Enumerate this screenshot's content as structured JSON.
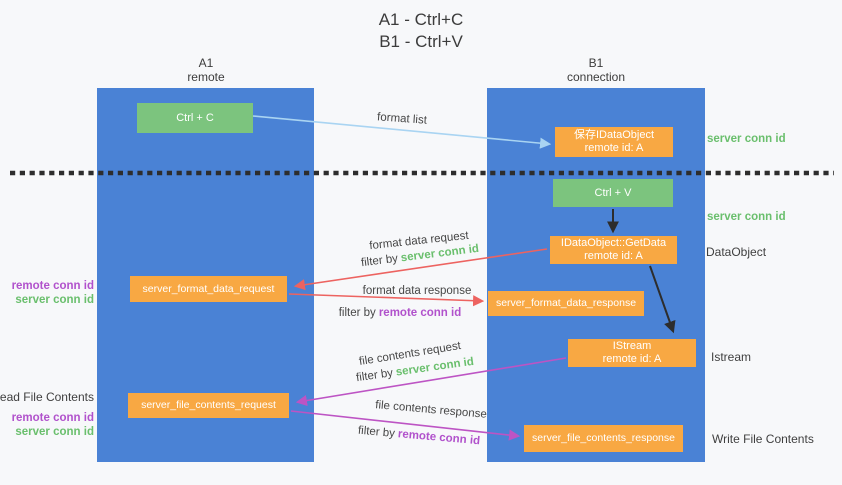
{
  "title": {
    "line1": "A1 - Ctrl+C",
    "line2": "B1 - Ctrl+V"
  },
  "columns": {
    "a1": {
      "name": "A1",
      "subtitle": "remote"
    },
    "b1": {
      "name": "B1",
      "subtitle": "connection"
    }
  },
  "nodes": {
    "ctrl_c": {
      "label": "Ctrl + C"
    },
    "save_idataobject": {
      "line1": "保存IDataObject",
      "line2": "remote id: A"
    },
    "ctrl_v": {
      "label": "Ctrl + V"
    },
    "idataobject_getdata": {
      "line1": "IDataObject::GetData",
      "line2": "remote id: A"
    },
    "istream": {
      "line1": "IStream",
      "line2": "remote id: A"
    },
    "server_format_data_request": {
      "label": "server_format_data_request"
    },
    "server_format_data_response": {
      "label": "server_format_data_response"
    },
    "server_file_contents_request": {
      "label": "server_file_contents_request"
    },
    "server_file_contents_response": {
      "label": "server_file_contents_response"
    }
  },
  "edges": {
    "format_list": {
      "label": "format list"
    },
    "format_data_request": {
      "label": "format data request",
      "filter": {
        "prefix": "filter by",
        "key": "server conn id"
      }
    },
    "format_data_response": {
      "label": "format data response",
      "filter": {
        "prefix": "filter by",
        "key": "remote conn id"
      }
    },
    "file_contents_request": {
      "label": "file contents request",
      "filter": {
        "prefix": "filter by",
        "key": "server conn id"
      }
    },
    "file_contents_response": {
      "label": "file contents response",
      "filter": {
        "prefix": "filter by",
        "key": "remote conn id"
      }
    }
  },
  "side_labels": {
    "right_server_conn_id_top": "server conn id",
    "right_server_conn_id_mid": "server conn id",
    "dataobject": "DataObject",
    "istream": "Istream",
    "write_file_contents": "Write File Contents",
    "read_file_contents": "Read File Contents",
    "left_remote_conn_id_top": "remote conn id",
    "left_server_conn_id_top": "server conn id",
    "left_remote_conn_id_bottom": "remote conn id",
    "left_server_conn_id_bottom": "server conn id"
  },
  "colors": {
    "background": "#f7f8fa",
    "column_blue": "#4a82d5",
    "box_green": "#7cc47e",
    "box_orange": "#f8a843",
    "arrow_red": "#ed6360",
    "arrow_purple": "#bd54c4",
    "arrow_light_blue": "#a9d4f2",
    "arrow_black": "#2d2d2d",
    "label_green": "#6abf6d",
    "label_purple": "#b152cc",
    "text_dark": "#3c3c3c"
  }
}
